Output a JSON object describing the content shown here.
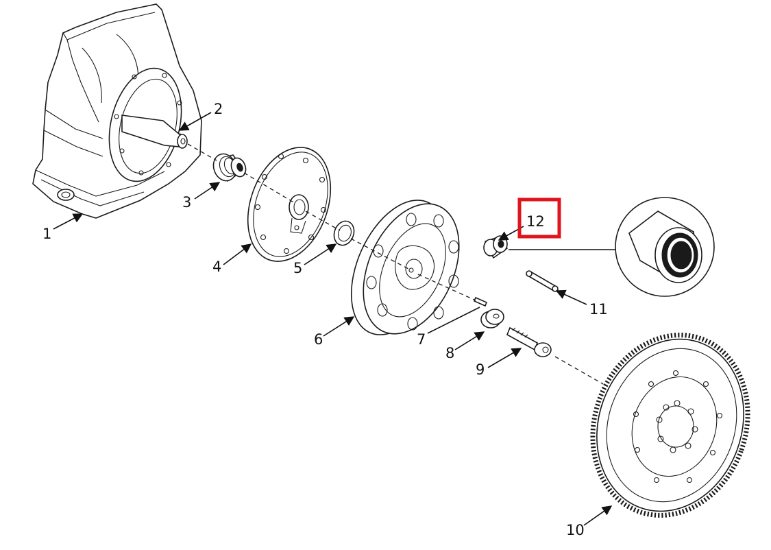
{
  "callouts": [
    {
      "id": "1",
      "label": "1"
    },
    {
      "id": "2",
      "label": "2"
    },
    {
      "id": "3",
      "label": "3"
    },
    {
      "id": "4",
      "label": "4"
    },
    {
      "id": "5",
      "label": "5"
    },
    {
      "id": "6",
      "label": "6"
    },
    {
      "id": "7",
      "label": "7"
    },
    {
      "id": "8",
      "label": "8"
    },
    {
      "id": "9",
      "label": "9"
    },
    {
      "id": "10",
      "label": "10"
    },
    {
      "id": "11",
      "label": "11"
    },
    {
      "id": "12",
      "label": "12"
    }
  ],
  "highlight": {
    "target": "12",
    "color": "#e0141e"
  },
  "colors": {
    "line": "#1a1a1a",
    "background": "#ffffff"
  }
}
